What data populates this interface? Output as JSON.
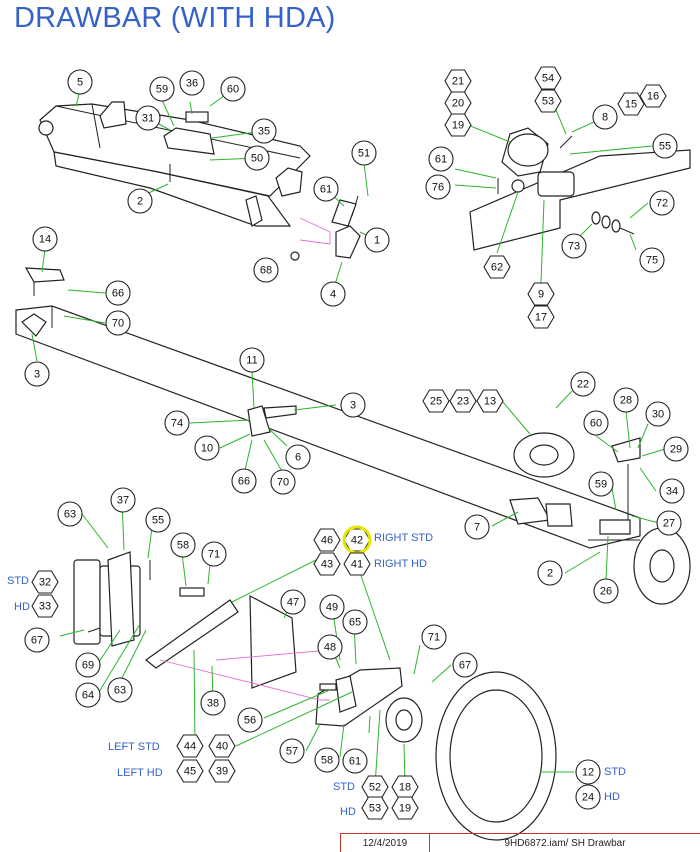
{
  "title": "DRAWBAR (WITH HDA)",
  "footer": {
    "date": "12/4/2019",
    "file": "9HD6872.iam/ SH Drawbar"
  },
  "text_labels": {
    "std": "STD",
    "hd": "HD",
    "right_std": "RIGHT STD",
    "right_hd": "RIGHT HD",
    "left_std": "LEFT STD",
    "left_hd": "LEFT HD"
  },
  "callouts": [
    {
      "id": "c5",
      "n": "5"
    },
    {
      "id": "c59a",
      "n": "59"
    },
    {
      "id": "c36",
      "n": "36"
    },
    {
      "id": "c60a",
      "n": "60"
    },
    {
      "id": "c31",
      "n": "31"
    },
    {
      "id": "c35",
      "n": "35"
    },
    {
      "id": "c50",
      "n": "50"
    },
    {
      "id": "c2a",
      "n": "2"
    },
    {
      "id": "c51",
      "n": "51"
    },
    {
      "id": "c61a",
      "n": "61"
    },
    {
      "id": "c1",
      "n": "1"
    },
    {
      "id": "c68",
      "n": "68"
    },
    {
      "id": "c4",
      "n": "4"
    },
    {
      "id": "c21",
      "n": "21"
    },
    {
      "id": "c20a",
      "n": "20"
    },
    {
      "id": "c19a",
      "n": "19"
    },
    {
      "id": "c54",
      "n": "54"
    },
    {
      "id": "c53a",
      "n": "53"
    },
    {
      "id": "c8",
      "n": "8"
    },
    {
      "id": "c15",
      "n": "15"
    },
    {
      "id": "c16",
      "n": "16"
    },
    {
      "id": "c55a",
      "n": "55"
    },
    {
      "id": "c61b",
      "n": "61"
    },
    {
      "id": "c76",
      "n": "76"
    },
    {
      "id": "c72",
      "n": "72"
    },
    {
      "id": "c73",
      "n": "73"
    },
    {
      "id": "c75",
      "n": "75"
    },
    {
      "id": "c62",
      "n": "62"
    },
    {
      "id": "c9",
      "n": "9"
    },
    {
      "id": "c17",
      "n": "17"
    },
    {
      "id": "c14",
      "n": "14"
    },
    {
      "id": "c66a",
      "n": "66"
    },
    {
      "id": "c70a",
      "n": "70"
    },
    {
      "id": "c3a",
      "n": "3"
    },
    {
      "id": "c11",
      "n": "11"
    },
    {
      "id": "c3b",
      "n": "3"
    },
    {
      "id": "c74",
      "n": "74"
    },
    {
      "id": "c10",
      "n": "10"
    },
    {
      "id": "c6",
      "n": "6"
    },
    {
      "id": "c66b",
      "n": "66"
    },
    {
      "id": "c70b",
      "n": "70"
    },
    {
      "id": "c25",
      "n": "25"
    },
    {
      "id": "c23",
      "n": "23"
    },
    {
      "id": "c13",
      "n": "13"
    },
    {
      "id": "c22",
      "n": "22"
    },
    {
      "id": "c28",
      "n": "28"
    },
    {
      "id": "c60b",
      "n": "60"
    },
    {
      "id": "c30",
      "n": "30"
    },
    {
      "id": "c29",
      "n": "29"
    },
    {
      "id": "c59b",
      "n": "59"
    },
    {
      "id": "c34",
      "n": "34"
    },
    {
      "id": "c27",
      "n": "27"
    },
    {
      "id": "c7",
      "n": "7"
    },
    {
      "id": "c2b",
      "n": "2"
    },
    {
      "id": "c26",
      "n": "26"
    },
    {
      "id": "c63a",
      "n": "63"
    },
    {
      "id": "c37",
      "n": "37"
    },
    {
      "id": "c55b",
      "n": "55"
    },
    {
      "id": "c58a",
      "n": "58"
    },
    {
      "id": "c71a",
      "n": "71"
    },
    {
      "id": "c46",
      "n": "46"
    },
    {
      "id": "c42",
      "n": "42"
    },
    {
      "id": "c43",
      "n": "43"
    },
    {
      "id": "c41",
      "n": "41"
    },
    {
      "id": "c32",
      "n": "32"
    },
    {
      "id": "c33",
      "n": "33"
    },
    {
      "id": "c47",
      "n": "47"
    },
    {
      "id": "c49",
      "n": "49"
    },
    {
      "id": "c65",
      "n": "65"
    },
    {
      "id": "c67a",
      "n": "67"
    },
    {
      "id": "c69",
      "n": "69"
    },
    {
      "id": "c64",
      "n": "64"
    },
    {
      "id": "c63b",
      "n": "63"
    },
    {
      "id": "c38",
      "n": "38"
    },
    {
      "id": "c48",
      "n": "48"
    },
    {
      "id": "c71b",
      "n": "71"
    },
    {
      "id": "c67b",
      "n": "67"
    },
    {
      "id": "c56",
      "n": "56"
    },
    {
      "id": "c44",
      "n": "44"
    },
    {
      "id": "c40",
      "n": "40"
    },
    {
      "id": "c45",
      "n": "45"
    },
    {
      "id": "c39",
      "n": "39"
    },
    {
      "id": "c57",
      "n": "57"
    },
    {
      "id": "c58b",
      "n": "58"
    },
    {
      "id": "c61c",
      "n": "61"
    },
    {
      "id": "c52",
      "n": "52"
    },
    {
      "id": "c18",
      "n": "18"
    },
    {
      "id": "c53b",
      "n": "53"
    },
    {
      "id": "c19b",
      "n": "19"
    },
    {
      "id": "c12",
      "n": "12"
    },
    {
      "id": "c24",
      "n": "24"
    }
  ],
  "colors": {
    "title": "#3562c8",
    "leader": "#2db52d",
    "highlight": "#e6e600",
    "phantom": "#e070d0",
    "footer_border": "#c0392b"
  }
}
